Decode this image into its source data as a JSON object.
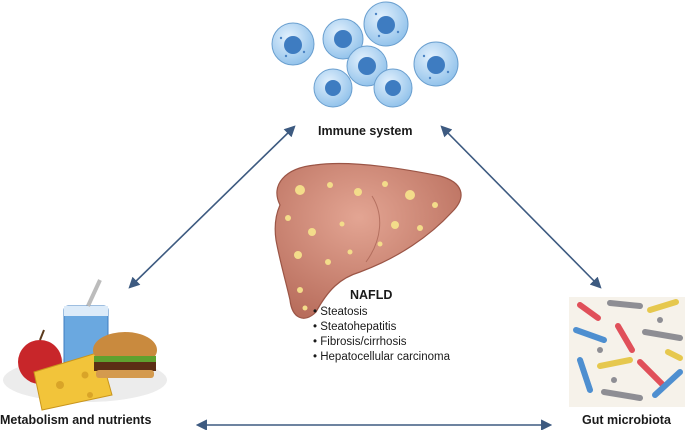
{
  "nodes": {
    "immune": "Immune system",
    "metabolism": "Metabolism and nutrients",
    "gut": "Gut microbiota"
  },
  "center": {
    "title": "NAFLD",
    "items": [
      "Steatosis",
      "Steatohepatitis",
      "Fibrosis/cirrhosis",
      "Hepatocellular carcinoma"
    ]
  },
  "colors": {
    "arrow": "#3d5a80",
    "liver": "#c98472",
    "fat": "#f3dc8a",
    "immune_cell": "#a9cdef"
  },
  "icons": [
    "immune-cells-illustration",
    "liver-illustration",
    "food-illustration",
    "bacteria-illustration"
  ]
}
